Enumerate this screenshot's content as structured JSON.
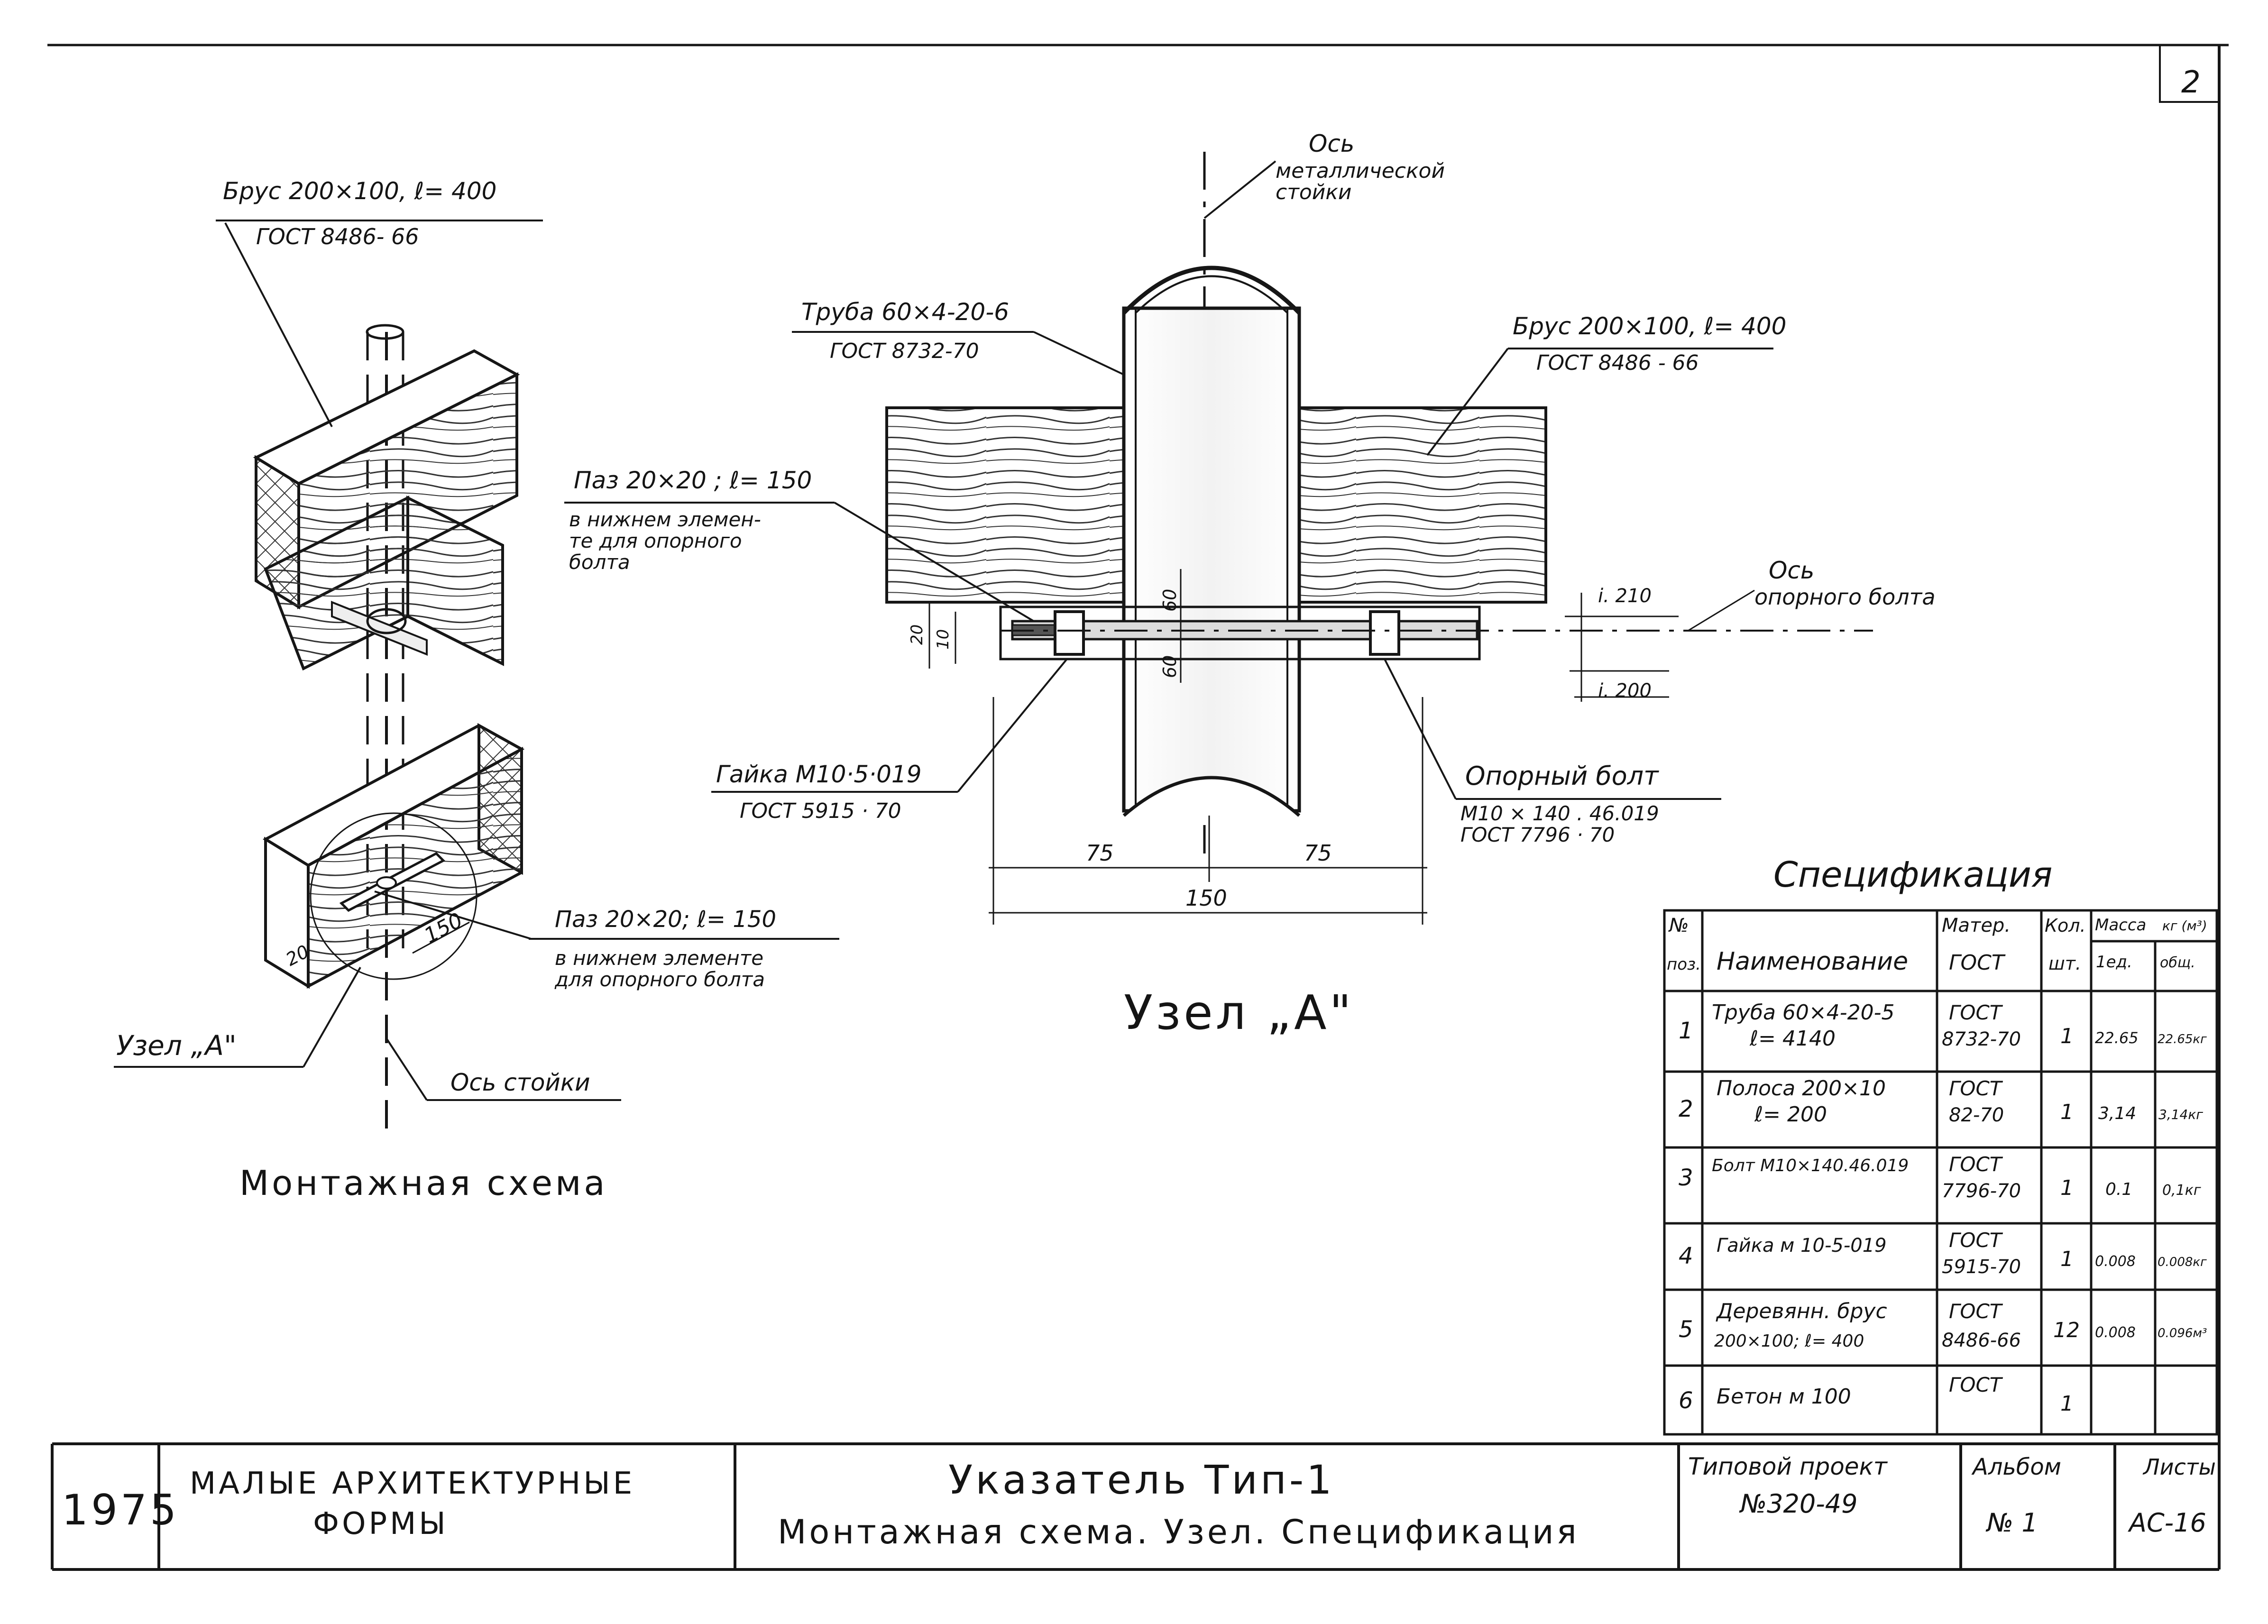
{
  "sheet_number": "2",
  "labels": {
    "brus_top_1": "Брус 200×100, ℓ= 400",
    "brus_top_2": "ГОСТ 8486- 66",
    "uzel_a_ref": "Узел „А\"",
    "os_stoyki": "Ось стойки",
    "paz_left_1": "Паз 20×20; ℓ= 150",
    "paz_left_2": "в нижнем элементе",
    "paz_left_3": "для опорного болта",
    "dim_150_iso": "150",
    "dim_20_iso": "20",
    "montage_title": "Монтажная схема",
    "os_metal_1": "Ось",
    "os_metal_2": "металлической",
    "os_metal_3": "стойки",
    "truba_1": "Труба 60×4-20-6",
    "truba_2": "ГОСТ 8732-70",
    "brus_right_1": "Брус 200×100, ℓ= 400",
    "brus_right_2": "ГОСТ 8486 - 66",
    "paz_mid_1": "Паз 20×20 ; ℓ= 150",
    "paz_mid_2": "в нижнем элемен-",
    "paz_mid_3": "те для опорного",
    "paz_mid_4": "болта",
    "os_bolt_1": "Ось",
    "os_bolt_2": "опорного болта",
    "slope_1": "i. 210",
    "slope_2": "i. 200",
    "dim_60_a": "60",
    "dim_60_b": "60",
    "dim_20": "20",
    "dim_10": "10",
    "gaika_1": "Гайка М10·5·019",
    "gaika_2": "ГОСТ 5915 · 70",
    "bolt_1": "Опорный болт",
    "bolt_2": "М10 × 140 . 46.019",
    "bolt_3": "ГОСТ 7796 · 70",
    "dim_75_l": "75",
    "dim_75_r": "75",
    "dim_150": "150",
    "uzel_title": "Узел „А\""
  },
  "spec": {
    "title": "Спецификация",
    "headers": {
      "pos_1": "№",
      "pos_2": "поз.",
      "name": "Наименование",
      "mat_1": "Матер.",
      "mat_2": "ГОСТ",
      "qty_1": "Кол.",
      "qty_2": "шт.",
      "mass_1": "Масса",
      "mass_2": "кг (м³)",
      "mass_unit": "1ед.",
      "mass_total": "общ."
    },
    "rows": [
      {
        "pos": "1",
        "name_1": "Труба 60×4-20-5",
        "name_2": "ℓ= 4140",
        "mat_1": "ГОСТ",
        "mat_2": "8732-70",
        "qty": "1",
        "unit": "22.65",
        "total": "22.65кг"
      },
      {
        "pos": "2",
        "name_1": "Полоса 200×10",
        "name_2": "ℓ= 200",
        "mat_1": "ГОСТ",
        "mat_2": "82-70",
        "qty": "1",
        "unit": "3,14",
        "total": "3,14кг"
      },
      {
        "pos": "3",
        "name_1": "Болт М10×140.46.019",
        "name_2": "",
        "mat_1": "ГОСТ",
        "mat_2": "7796-70",
        "qty": "1",
        "unit": "0.1",
        "total": "0,1кг"
      },
      {
        "pos": "4",
        "name_1": "Гайка м 10-5-019",
        "name_2": "",
        "mat_1": "ГОСТ",
        "mat_2": "5915-70",
        "qty": "1",
        "unit": "0.008",
        "total": "0.008кг"
      },
      {
        "pos": "5",
        "name_1": "Деревянн. брус",
        "name_2": "200×100; ℓ= 400",
        "mat_1": "ГОСТ",
        "mat_2": "8486-66",
        "qty": "12",
        "unit": "0.008",
        "total": "0.096м³"
      },
      {
        "pos": "6",
        "name_1": "Бетон м 100",
        "name_2": "",
        "mat_1": "ГОСТ",
        "mat_2": "",
        "qty": "1",
        "unit": "",
        "total": ""
      }
    ]
  },
  "title_block": {
    "year": "1975",
    "org_1": "МАЛЫЕ АРХИТЕКТУРНЫЕ",
    "org_2": "ФОРМЫ",
    "title_1": "Указатель Тип-1",
    "title_2": "Монтажная схема. Узел. Спецификация",
    "project_label": "Типовой проект",
    "project_value": "№320-49",
    "album_label": "Альбом",
    "album_value": "№ 1",
    "sheet_label": "Листы",
    "sheet_value": "АС-16"
  }
}
